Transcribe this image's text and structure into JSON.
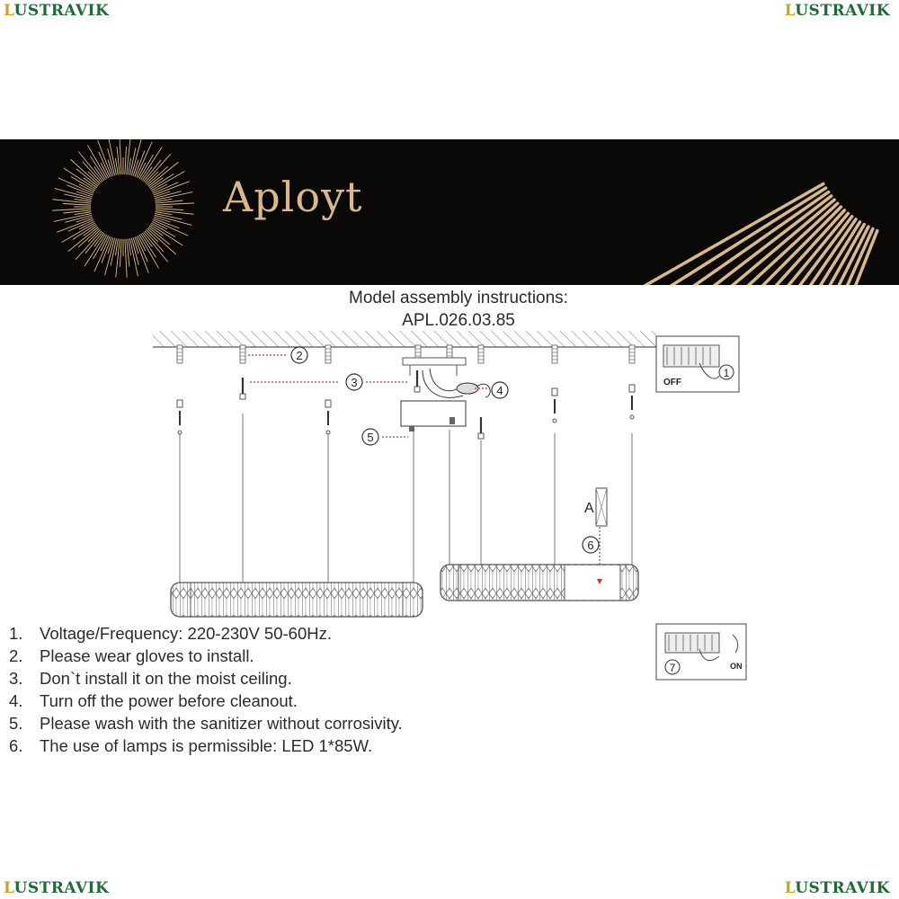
{
  "watermark": {
    "initial": "L",
    "rest": "USTRAVIK"
  },
  "brand": {
    "name": "Aployt",
    "accent": "#d9b98a",
    "background": "#0b0908"
  },
  "title": {
    "line1": "Model assembly instructions:",
    "line2": "APL.026.03.85"
  },
  "callouts": [
    "1",
    "2",
    "3",
    "4",
    "5",
    "6",
    "7"
  ],
  "labels": {
    "off": "OFF",
    "on": "ON",
    "a": "A"
  },
  "notes": [
    {
      "num": "1.",
      "text": "Voltage/Frequency: 220-230V 50-60Hz."
    },
    {
      "num": "2.",
      "text": "Please wear gloves to install."
    },
    {
      "num": "3.",
      "text": "Don`t install it on the moist ceiling."
    },
    {
      "num": "4.",
      "text": "Turn off the power before cleanout."
    },
    {
      "num": "5.",
      "text": "Please wash with the sanitizer without corrosivity."
    },
    {
      "num": "6.",
      "text": "The use of lamps is permissible: LED 1*85W."
    }
  ],
  "icons": [
    "sunburst-logo-icon",
    "sun-rays-icon",
    "screw-icon",
    "anchor-icon",
    "switch-off-icon",
    "switch-on-icon",
    "wire-connector-icon"
  ]
}
